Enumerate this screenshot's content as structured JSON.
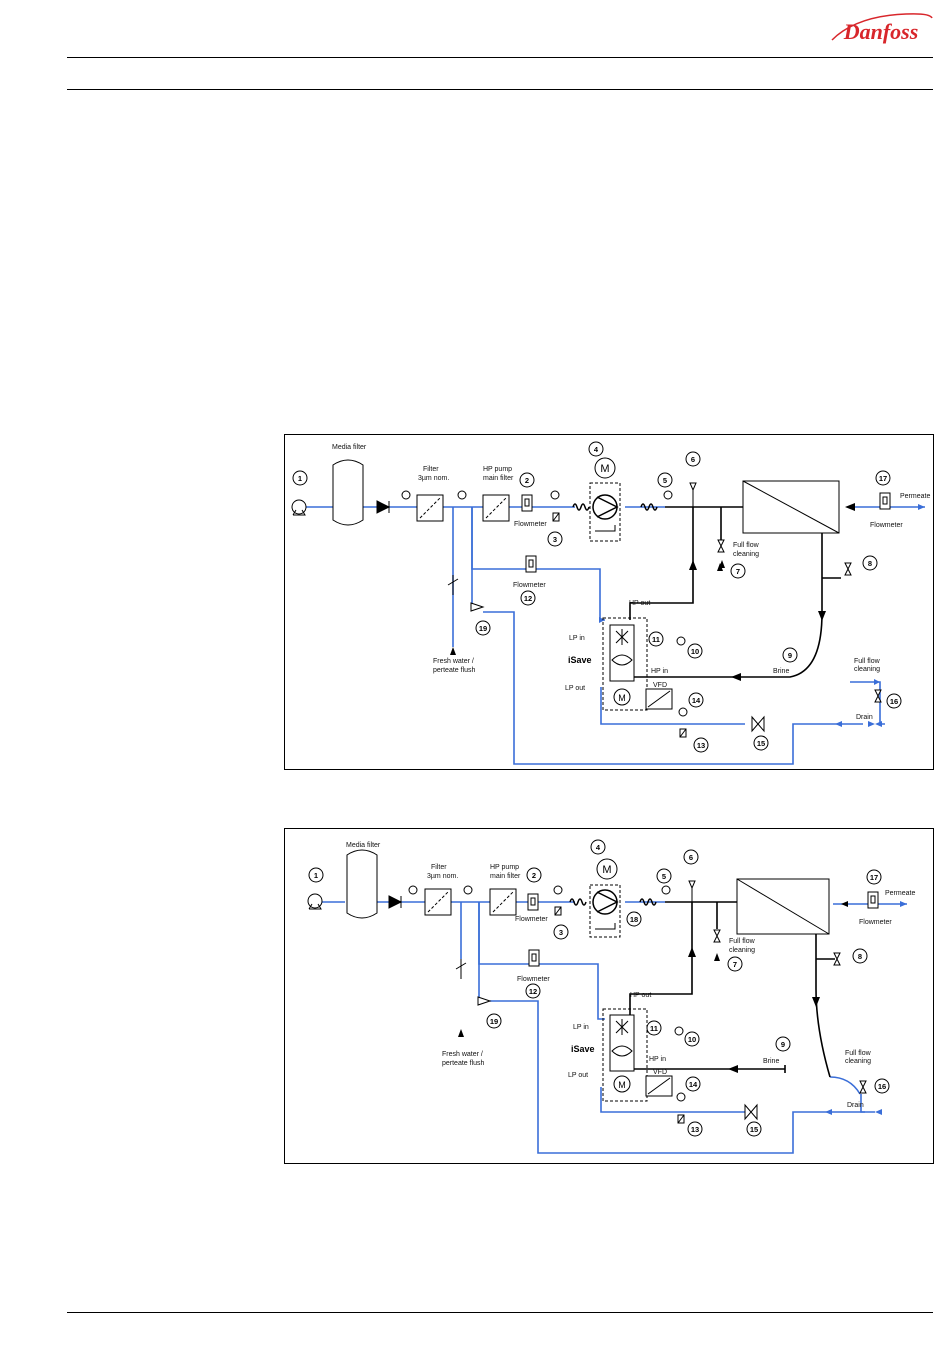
{
  "header": {
    "brand": "Danfoss"
  },
  "diagrams": [
    {
      "labels": {
        "media_filter": "Media filter",
        "filter_l1": "Filter",
        "filter_l2": "3µm nom.",
        "hp_filter_l1": "HP pump",
        "hp_filter_l2": "main filter",
        "flowmeter_main": "Flowmeter",
        "flowmeter_lp": "Flowmeter",
        "flowmeter_perm": "Flowmeter",
        "permeate": "Permeate",
        "full_flow_clean_l1": "Full flow",
        "full_flow_clean_l2": "cleaning",
        "hp_out": "HP out",
        "lp_in": "LP in",
        "isave": "iSave",
        "hp_in": "HP in",
        "lp_out": "LP out",
        "vfd": "VFD",
        "brine": "Brine",
        "ffc_drain_l1": "Full flow",
        "ffc_drain_l2": "cleaning",
        "drain": "Drain",
        "fresh_l1": "Fresh water /",
        "fresh_l2": "perteate flush"
      },
      "numbers": [
        "1",
        "2",
        "3",
        "4",
        "5",
        "6",
        "7",
        "8",
        "9",
        "10",
        "11",
        "12",
        "13",
        "14",
        "15",
        "16",
        "17",
        "19"
      ]
    },
    {
      "labels": {
        "media_filter": "Media filter",
        "filter_l1": "Filter",
        "filter_l2": "3µm nom.",
        "hp_filter_l1": "HP pump",
        "hp_filter_l2": "main filter",
        "flowmeter_main": "Flowmeter",
        "flowmeter_lp": "Flowmeter",
        "flowmeter_perm": "Flowmeter",
        "permeate": "Permeate",
        "full_flow_clean_l1": "Full flow",
        "full_flow_clean_l2": "cleaning",
        "hp_out": "HP out",
        "lp_in": "LP in",
        "isave": "iSave",
        "hp_in": "HP in",
        "lp_out": "LP out",
        "vfd": "VFD",
        "brine": "Brine",
        "ffc_drain_l1": "Full flow",
        "ffc_drain_l2": "cleaning",
        "drain": "Drain",
        "fresh_l1": "Fresh water /",
        "fresh_l2": "perteate flush"
      },
      "numbers": [
        "1",
        "2",
        "3",
        "4",
        "5",
        "6",
        "7",
        "8",
        "9",
        "10",
        "11",
        "12",
        "13",
        "14",
        "15",
        "16",
        "17",
        "18",
        "19"
      ]
    }
  ]
}
